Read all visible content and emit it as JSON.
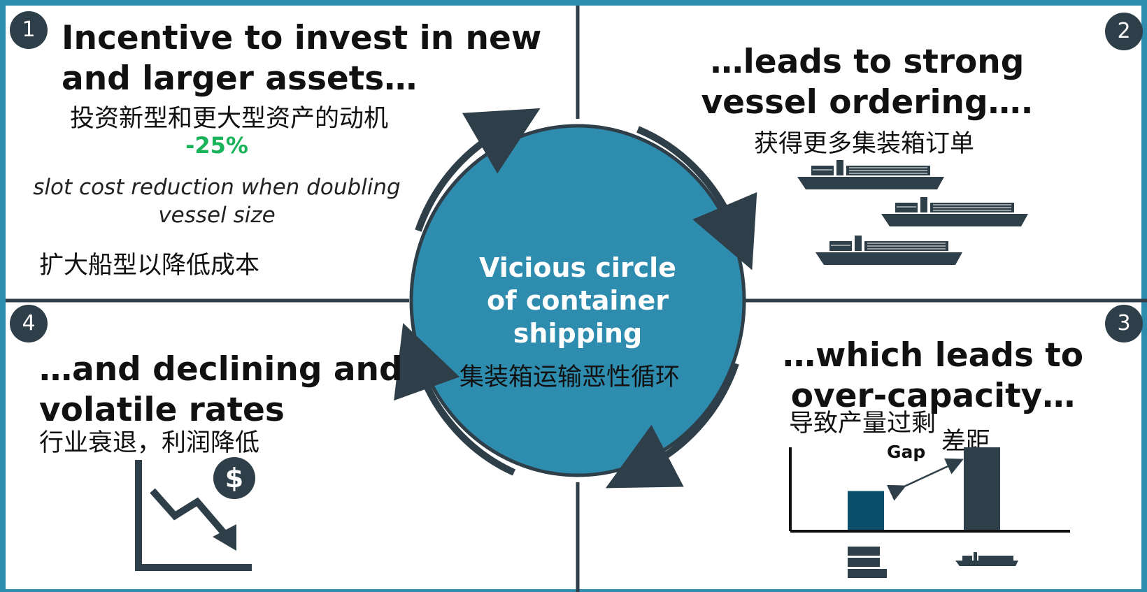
{
  "colors": {
    "frame": "#2e8caf",
    "circle": "#2e8caf",
    "dark": "#2f3f49",
    "accent_green": "#19b35a",
    "bar_teal": "#0b4f6c"
  },
  "center": {
    "title": "Vicious circle of container shipping",
    "title_lines": [
      "Vicious circle",
      "of container",
      "shipping"
    ],
    "subtitle_cn": "集装箱运输恶性循环"
  },
  "quadrants": [
    {
      "number": "1",
      "title_lines": [
        "Incentive to invest in new",
        "and larger assets…"
      ],
      "subtitle_cn": "投资新型和更大型资产的动机",
      "stat": "-25%",
      "note_lines": [
        "slot cost reduction when doubling",
        "vessel size"
      ],
      "note_cn": "扩大船型以降低成本"
    },
    {
      "number": "2",
      "title_lines": [
        "…leads to strong",
        "vessel ordering…."
      ],
      "subtitle_cn": "获得更多集装箱订单",
      "icon": "container-ship-icon"
    },
    {
      "number": "3",
      "title_lines": [
        "…which leads to",
        "over-capacity…"
      ],
      "subtitle_cn": "导致产量过剩",
      "gap_label": "Gap",
      "gap_label_cn": "差距",
      "bars": [
        {
          "category": "demand",
          "icon": "container-stack-icon",
          "relative_value": 0.47
        },
        {
          "category": "supply",
          "icon": "container-ship-icon",
          "relative_value": 1.0
        }
      ]
    },
    {
      "number": "4",
      "title_lines": [
        "…and declining and",
        "volatile rates"
      ],
      "subtitle_cn": "行业衰退，利润降低",
      "icon": "declining-dollar-chart-icon"
    }
  ]
}
